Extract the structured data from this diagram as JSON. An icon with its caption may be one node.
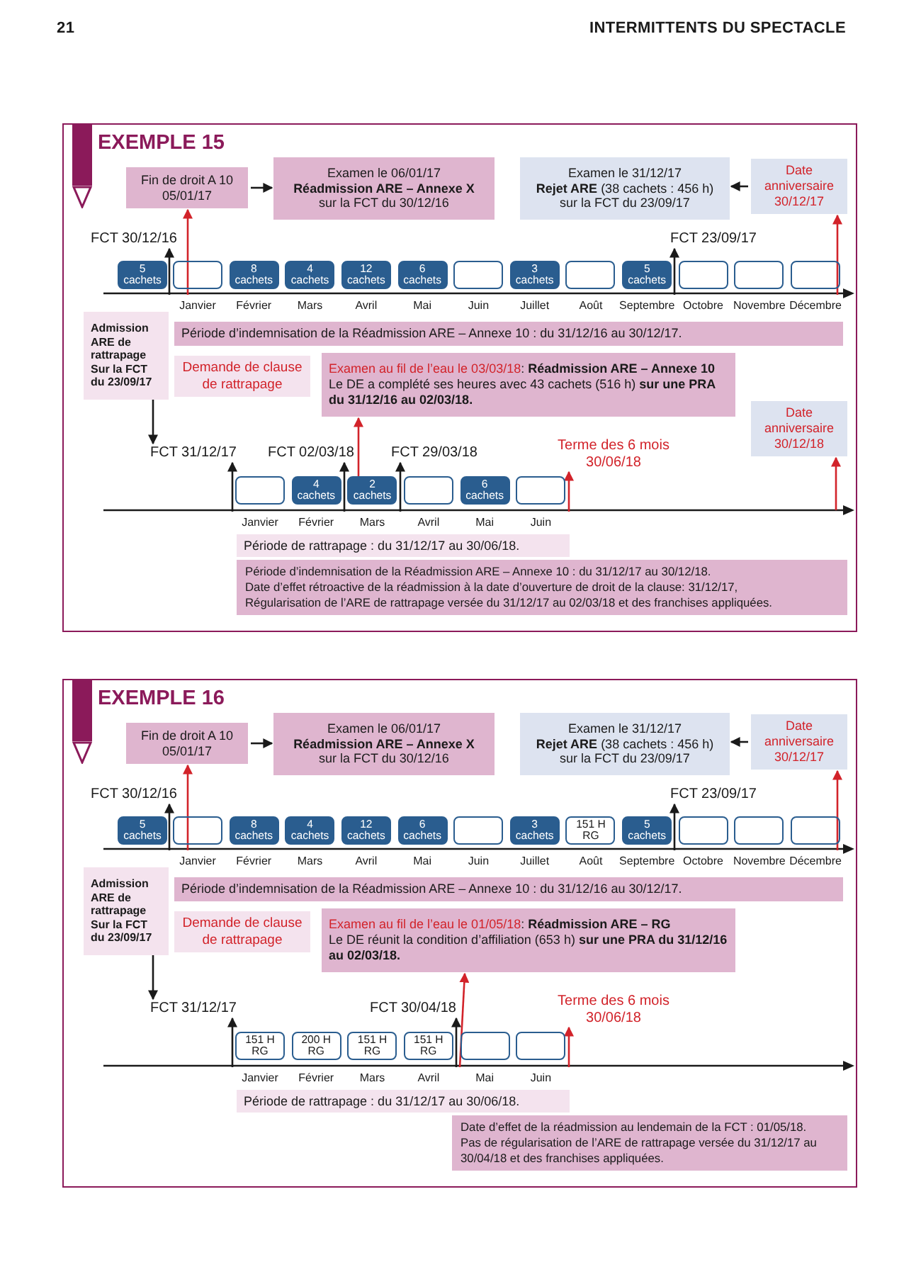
{
  "diagram": {
    "nodes": [
      {
        "text": [
          "EXEMPLE 15"
        ]
      },
      {
        "text": [
          "Fin de droit A 10 05/01/17"
        ],
        "in": 0
      },
      {
        "text": [
          "Examen le 06/01/17",
          "Réadmission ARE – Annexe X",
          "sur la FCT du 30/12/16"
        ],
        "in": 0
      },
      {
        "text": [
          "Examen le 31/12/17",
          "**Rejet ARE** (38 cachets : 456 h)",
          "sur la FCT du 23/09/17"
        ],
        "in": 0
      },
      {
        "text": [
          "Date anniversaire 30/12/17"
        ],
        "in": 0
      },
      {
        "text": [
          "FCT 30/12/16"
        ],
        "in": 0
      },
      {
        "text": [
          "FCT 23/09/17"
        ],
        "in": 0
      },
      {
        "text": [
          "5 cachets"
        ],
        "in": 0
      },
      {
        "text": [],
        "shape": "box",
        "in": 0,
        "beside": [
          "Janvier"
        ]
      },
      {
        "text": [
          "8 cachets"
        ],
        "in": 0,
        "beside": [
          "Février"
        ]
      },
      {
        "text": [
          "4 cachets"
        ],
        "in": 0,
        "beside": [
          "Mars"
        ]
      },
      {
        "text": [
          "12 cachets"
        ],
        "in": 0,
        "beside": [
          "Avril"
        ]
      },
      {
        "text": [
          "6 cachets"
        ],
        "in": 0,
        "beside": [
          "Mai"
        ]
      },
      {
        "text": [],
        "shape": "box",
        "in": 0,
        "beside": [
          "Juin"
        ]
      },
      {
        "text": [
          "3 cachets"
        ],
        "in": 0,
        "beside": [
          "Juillet"
        ]
      },
      {
        "text": [],
        "shape": "box",
        "in": 0,
        "beside": [
          "Août"
        ]
      },
      {
        "text": [
          "5 cachets"
        ],
        "in": 0,
        "beside": [
          "Septembre"
        ]
      },
      {
        "text": [],
        "shape": "box",
        "in": 0,
        "beside": [
          "Octobre"
        ]
      },
      {
        "text": [],
        "shape": "box",
        "in": 0,
        "beside": [
          "Novembre"
        ]
      },
      {
        "text": [],
        "shape": "box",
        "in": 0,
        "beside": [
          "Décembre"
        ]
      },
      {
        "text": [
          "Admission ARE de rattrapage Sur la FCT du 23/09/17"
        ],
        "in": 0
      },
      {
        "text": [
          "Période d’indemnisation de la Réadmission ARE – Annexe 10 : du 31/12/16 au 30/12/17."
        ],
        "in": 0
      },
      {
        "text": [
          "Demande de clause de rattrapage"
        ],
        "in": 0
      },
      {
        "text": [
          "Examen au fil de l’eau le 03/03/18",
          ": **Réadmission ARE – Annexe 10**",
          "Le DE a complété ses heures avec 43 cachets (516 h) **sur une PRA du 31/12/16 au 02/03/18.**"
        ],
        "in": 0
      },
      {
        "text": [
          "Date anniversaire 30/12/18"
        ],
        "in": 0
      },
      {
        "text": [
          "FCT 31/12/17"
        ],
        "in": 0
      },
      {
        "text": [
          "FCT 02/03/18"
        ],
        "in": 0
      },
      {
        "text": [
          "FCT 29/03/18"
        ],
        "in": 0
      },
      {
        "text": [
          "Terme des 6 mois 30/06/18"
        ],
        "in": 0
      },
      {
        "text": [],
        "shape": "box",
        "in": 0,
        "beside": [
          "Janvier"
        ]
      },
      {
        "text": [
          "4 cachets"
        ],
        "in": 0,
        "beside": [
          "Février"
        ]
      },
      {
        "text": [
          "2 cachets"
        ],
        "in": 0,
        "beside": [
          "Mars"
        ]
      },
      {
        "text": [],
        "shape": "box",
        "in": 0,
        "beside": [
          "Avril"
        ]
      },
      {
        "text": [
          "6 cachets"
        ],
        "in": 0,
        "beside": [
          "Mai"
        ]
      },
      {
        "text": [],
        "shape": "box",
        "in": 0,
        "beside": [
          "Juin"
        ]
      },
      {
        "text": [
          "Période de rattrapage : du 31/12/17 au 30/06/18."
        ],
        "in": 0
      },
      {
        "text": [
          "Période d’indemnisation de la Réadmission ARE – Annexe 10 : du 31/12/17 au 30/12/18.",
          "Date d’effet rétroactive de la réadmission à la date d’ouverture de droit de la clause: 31/12/17,",
          "Régularisation de l’ARE de rattrapage versée du 31/12/17 au 02/03/18 et des franchises appliquées."
        ],
        "in": 0
      },
      {
        "text": [
          "EXEMPLE 16"
        ]
      },
      {
        "text": [
          "Fin de droit A 10 05/01/17"
        ],
        "in": 37
      },
      {
        "text": [
          "Examen le 06/01/17",
          "Réadmission ARE – Annexe X",
          "sur la FCT du 30/12/16"
        ],
        "in": 37
      },
      {
        "text": [
          "Examen le 31/12/17",
          "**Rejet ARE** (38 cachets : 456 h)",
          "sur la FCT du 23/09/17"
        ],
        "in": 37
      },
      {
        "text": [
          "Date anniversaire 30/12/17"
        ],
        "in": 37
      },
      {
        "text": [
          "FCT 30/12/16"
        ],
        "in": 37
      },
      {
        "text": [
          "FCT 23/09/17"
        ],
        "in": 37
      },
      {
        "text": [
          "5 cachets"
        ],
        "in": 37
      },
      {
        "text": [],
        "shape": "box",
        "in": 37,
        "beside": [
          "Janvier"
        ]
      },
      {
        "text": [
          "8 cachets"
        ],
        "in": 37,
        "beside": [
          "Février"
        ]
      },
      {
        "text": [
          "4 cachets"
        ],
        "in": 37,
        "beside": [
          "Mars"
        ]
      },
      {
        "text": [
          "12 cachets"
        ],
        "in": 37,
        "beside": [
          "Avril"
        ]
      },
      {
        "text": [
          "6 cachets"
        ],
        "in": 37,
        "beside": [
          "Mai"
        ]
      },
      {
        "text": [],
        "shape": "box",
        "in": 37,
        "beside": [
          "Juin"
        ]
      },
      {
        "text": [
          "3 cachets"
        ],
        "in": 37,
        "beside": [
          "Juillet"
        ]
      },
      {
        "text": [
          "151 H RG"
        ],
        "in": 37,
        "beside": [
          "Août"
        ]
      },
      {
        "text": [
          "5 cachets"
        ],
        "in": 37,
        "beside": [
          "Septembre"
        ]
      },
      {
        "text": [],
        "shape": "box",
        "in": 37,
        "beside": [
          "Octobre"
        ]
      },
      {
        "text": [],
        "shape": "box",
        "in": 37,
        "beside": [
          "Novembre"
        ]
      },
      {
        "text": [],
        "shape": "box",
        "in": 37,
        "beside": [
          "Décembre"
        ]
      },
      {
        "text": [
          "Admission ARE de rattrapage Sur la FCT du 23/09/17"
        ],
        "in": 37
      },
      {
        "text": [
          "Période d’indemnisation de la Réadmission ARE – Annexe 10 : du 31/12/16 au 30/12/17."
        ],
        "in": 37
      },
      {
        "text": [
          "Demande de clause de rattrapage"
        ],
        "in": 37
      },
      {
        "text": [
          "Examen au fil de l’eau le 01/05/18",
          ": **Réadmission ARE – RG**",
          "Le DE réunit la condition d’affiliation (653 h) **sur une PRA du 31/12/16 au 02/03/18.**"
        ],
        "in": 37
      },
      {
        "text": [
          "FCT 31/12/17"
        ],
        "in": 37
      },
      {
        "text": [
          "FCT 30/04/18"
        ],
        "in": 37
      },
      {
        "text": [
          "Terme des 6 mois 30/06/18"
        ],
        "in": 37
      },
      {
        "text": [
          "151 H RG"
        ],
        "in": 37,
        "beside": [
          "Janvier"
        ]
      },
      {
        "text": [
          "200 H RG"
        ],
        "in": 37,
        "beside": [
          "Février"
        ]
      },
      {
        "text": [
          "151 H RG"
        ],
        "in": 37,
        "beside": [
          "Mars"
        ]
      },
      {
        "text": [
          "151 H RG"
        ],
        "in": 37,
        "beside": [
          "Avril"
        ]
      },
      {
        "text": [],
        "shape": "box",
        "in": 37,
        "beside": [
          "Mai"
        ]
      },
      {
        "text": [],
        "shape": "box",
        "in": 37,
        "beside": [
          "Juin"
        ]
      },
      {
        "text": [
          "Période de rattrapage : du 31/12/17 au 30/06/18."
        ],
        "in": 37
      },
      {
        "text": [
          "Date d’effet de la réadmission au lendemain de la FCT : 01/05/18.",
          "Pas de régularisation de l’ARE de rattrapage versée du 31/12/17 au 30/04/18 et des franchises appliquées."
        ],
        "in": 37
      }
    ],
    "edges": [
      {
        "from": 1,
        "to": 2,
        "arrow": "to"
      },
      {
        "from": 4,
        "to": 3,
        "arrow": "to"
      },
      {
        "from": 7,
        "to": 5,
        "arrow": "to"
      },
      {
        "from": 8,
        "to": 1,
        "arrow": "to",
        "color": "#d2232a"
      },
      {
        "from": 16,
        "to": 6,
        "arrow": "to"
      },
      {
        "from": 19,
        "to": 4,
        "arrow": "to",
        "color": "#d2232a"
      },
      {
        "from": 20,
        "to": 25,
        "arrow": "to"
      },
      {
        "from": 29,
        "to": 25,
        "arrow": "to"
      },
      {
        "from": 30,
        "to": 26,
        "arrow": "to"
      },
      {
        "from": 31,
        "to": 23,
        "arrow": "to",
        "color": "#d2232a"
      },
      {
        "from": 31,
        "to": 27,
        "arrow": "to"
      },
      {
        "from": 34,
        "to": 28,
        "arrow": "to",
        "color": "#d2232a"
      },
      {
        "from": null,
        "to": 24,
        "arrow": "to",
        "color": "#d2232a"
      },
      {
        "from": 38,
        "to": 39,
        "arrow": "to"
      },
      {
        "from": 41,
        "to": 40,
        "arrow": "to"
      },
      {
        "from": 44,
        "to": 42,
        "arrow": "to"
      },
      {
        "from": 45,
        "to": 38,
        "arrow": "to",
        "color": "#d2232a"
      },
      {
        "from": 53,
        "to": 43,
        "arrow": "to"
      },
      {
        "from": 56,
        "to": 41,
        "arrow": "to",
        "color": "#d2232a"
      },
      {
        "from": 57,
        "to": 61,
        "arrow": "to"
      },
      {
        "from": 64,
        "to": 61,
        "arrow": "to"
      },
      {
        "from": 67,
        "to": 62,
        "arrow": "to"
      },
      {
        "from": 68,
        "to": 60,
        "arrow": "to",
        "color": "#d2232a"
      },
      {
        "from": 69,
        "to": 63,
        "arrow": "to",
        "color": "#d2232a"
      }
    ],
    "labels": [
      "21",
      "INTERMITTENTS DU SPECTACLE"
    ]
  }
}
